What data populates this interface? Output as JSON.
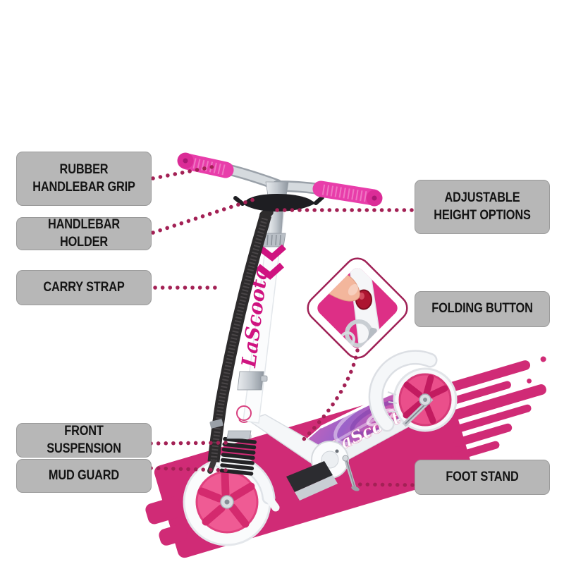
{
  "page": {
    "title": "Kick scooter features infographic",
    "background": "#ffffff"
  },
  "brand": "LaScoota",
  "callouts": {
    "left": [
      {
        "id": "rubber-handlebar-grip",
        "text": "RUBBER HANDLEBAR GRIP"
      },
      {
        "id": "handlebar-holder",
        "text": "HANDLEBAR HOLDER"
      },
      {
        "id": "carry-strap",
        "text": "CARRY STRAP"
      },
      {
        "id": "front-suspension",
        "text": "FRONT SUSPENSION"
      },
      {
        "id": "mud-guard",
        "text": "MUD GUARD"
      }
    ],
    "right": [
      {
        "id": "adjustable-height-options",
        "text": "ADJUSTABLE HEIGHT OPTIONS"
      },
      {
        "id": "folding-button",
        "text": "FOLDING BUTTON"
      },
      {
        "id": "foot-stand",
        "text": "FOOT STAND"
      }
    ]
  },
  "colors": {
    "label_background": "#b7b7b7",
    "label_border": "#9a9a9a",
    "label_text": "#141414",
    "dotted_line": "#a32155",
    "splash_pink": "#d02b76",
    "grip_pink": "#e83daa",
    "brand_pink": "#cf1380",
    "inset_border": "#a02257",
    "inset_background": "#dd2f86",
    "button_red": "#ad1430",
    "strap_black": "#2d2b2c"
  }
}
